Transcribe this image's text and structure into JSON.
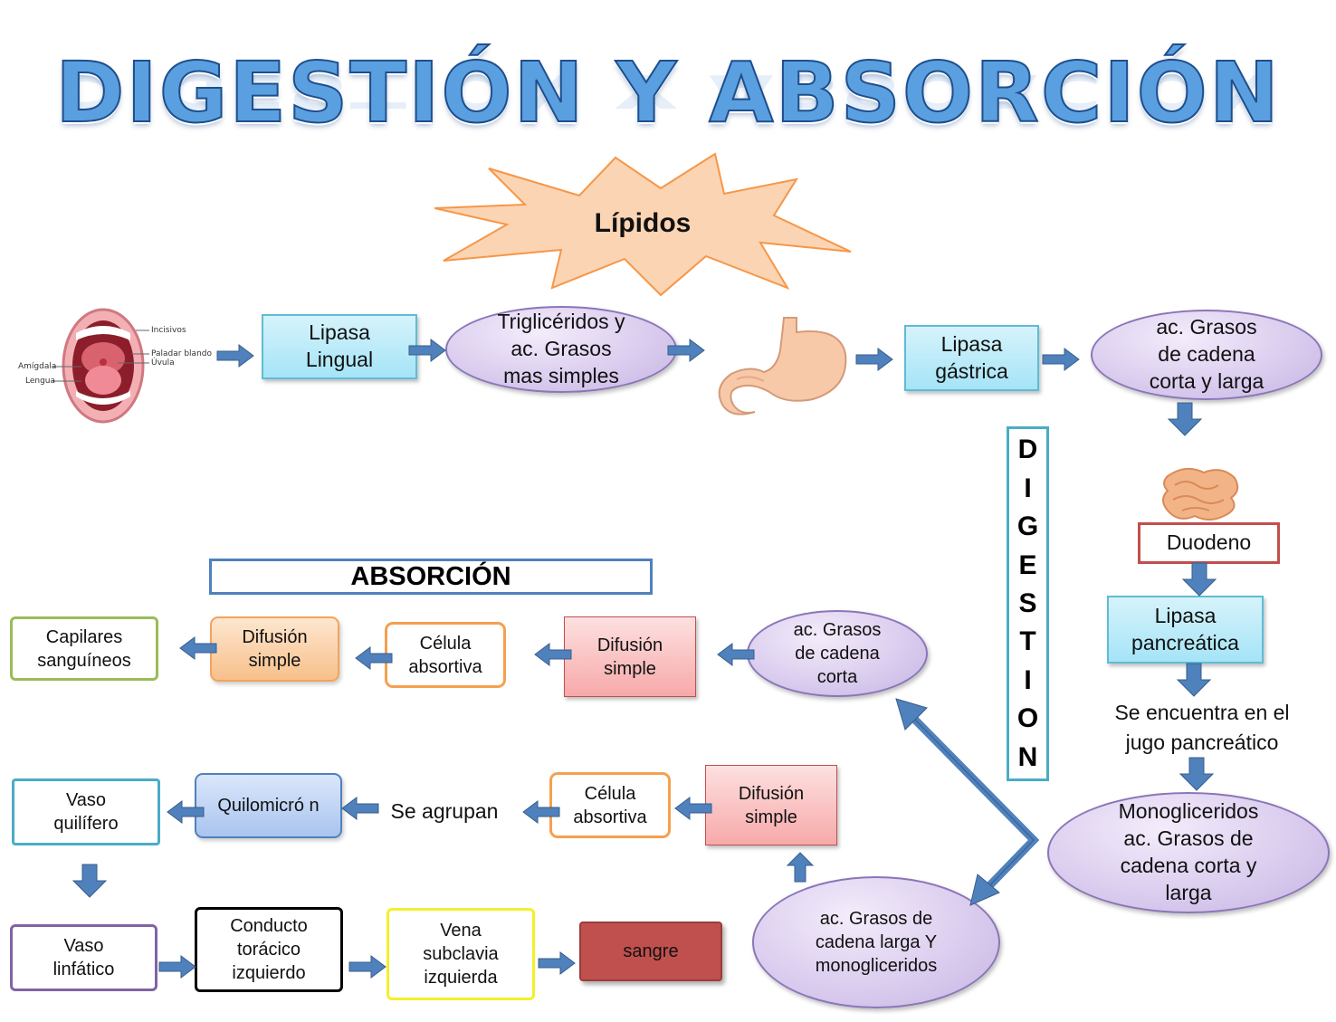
{
  "title": "DIGESTIÓN Y ABSORCIÓN",
  "star": "Lípidos",
  "mouth_labels": {
    "incisivos": "Incisivos",
    "paladar": "Paladar blando",
    "uvula": "Úvula",
    "amigdala": "Amígdala",
    "lengua": "Lengua"
  },
  "digestion": {
    "lipasa_lingual": "Lipasa Lingual",
    "trigliceridos": "Triglicéridos y ac. Grasos mas simples",
    "lipasa_gastrica": "Lipasa gástrica",
    "acidos_corta_larga": "ac. Grasos de cadena corta y larga",
    "duodeno": "Duodeno",
    "lipasa_pancreatica": "Lipasa pancreática",
    "jugo": "Se encuentra en el jugo pancreático",
    "monogliceridos": "Monogliceridos ac. Grasos de cadena corta y larga",
    "vertical_letters": [
      "D",
      "I",
      "G",
      "E",
      "S",
      "T",
      "I",
      "O",
      "N"
    ]
  },
  "absorcion": {
    "label": "ABSORCIÓN",
    "acidos_corta": "ac. Grasos de cadena corta",
    "difusion_1": "Difusión simple",
    "celula_1": "Célula absortiva",
    "difusion_2": "Difusión simple",
    "capilares": "Capilares sanguíneos",
    "acidos_larga": "ac. Grasos de cadena larga Y monogliceridos",
    "difusion_3": "Difusión simple",
    "celula_2": "Célula absortiva",
    "se_agrupan": "Se agrupan",
    "quilomicron": "Quilomicró n",
    "vaso_quilifero": "Vaso quilífero",
    "vaso_linfatico": "Vaso linfático",
    "conducto": "Conducto torácico izquierdo",
    "vena": "Vena subclavia izquierda",
    "sangre": "sangre"
  },
  "colors": {
    "arrow": "#4f81bd",
    "arrow_dark": "#385d8a",
    "star_fill": "#fbd4b4",
    "star_stroke": "#f79646"
  }
}
